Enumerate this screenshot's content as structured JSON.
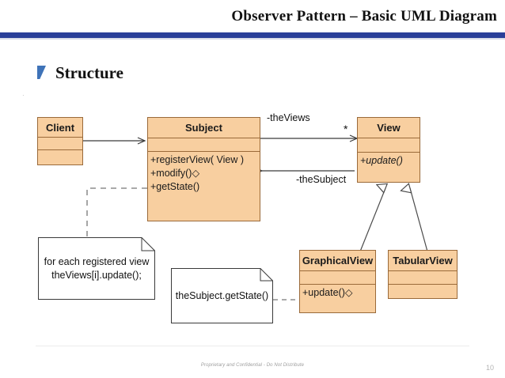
{
  "slide": {
    "title": "Observer Pattern – Basic UML Diagram",
    "section_heading": "Structure",
    "bullet_icon": "flag-bullet-icon",
    "page_number": "10",
    "footer_note": "Proprietary and Confidential - Do Not Distribute",
    "accent_color": "#2a3f99",
    "box_fill_color": "#f8cfa0",
    "box_border_color": "#9a6a3a",
    "bullet_color": "#3f73b8"
  },
  "diagram": {
    "type": "uml-class-diagram",
    "classes": [
      {
        "id": "client",
        "name": "Client",
        "attributes": [],
        "operations": [],
        "abstract": false
      },
      {
        "id": "subject",
        "name": "Subject",
        "attributes": [],
        "operations": [
          {
            "text": "+registerView( View )",
            "italic": false
          },
          {
            "text": "+modify()◇",
            "italic": false
          },
          {
            "text": "+getState()",
            "italic": false
          }
        ],
        "abstract": false
      },
      {
        "id": "view",
        "name": "View",
        "attributes": [],
        "operations": [
          {
            "text": "+update()",
            "italic": true
          }
        ],
        "abstract": true
      },
      {
        "id": "graphicalview",
        "name": "GraphicalView",
        "attributes": [],
        "operations": [
          {
            "text": "+update()◇",
            "italic": false
          }
        ],
        "abstract": false
      },
      {
        "id": "tabularview",
        "name": "TabularView",
        "attributes": [],
        "operations": [],
        "abstract": false
      }
    ],
    "notes": [
      {
        "id": "note-foreach",
        "lines": [
          "for each registered view",
          "theViews[i].update();"
        ],
        "attached_to": "subject.modify()"
      },
      {
        "id": "note-getstate",
        "lines": [
          "theSubject.getState()"
        ],
        "attached_to": "graphicalview.update()"
      }
    ],
    "edges": [
      {
        "id": "client-subject",
        "from": "Client",
        "to": "Subject",
        "kind": "association",
        "label": ""
      },
      {
        "id": "subject-view",
        "from": "Subject",
        "to": "View",
        "kind": "association",
        "label": "-theViews",
        "multiplicity": "*"
      },
      {
        "id": "view-subject",
        "from": "View",
        "to": "Subject",
        "kind": "association",
        "label": "-theSubject",
        "multiplicity": ""
      },
      {
        "id": "graphicalview-view",
        "from": "GraphicalView",
        "to": "View",
        "kind": "generalization",
        "label": ""
      },
      {
        "id": "tabularview-view",
        "from": "TabularView",
        "to": "View",
        "kind": "generalization",
        "label": ""
      }
    ]
  }
}
